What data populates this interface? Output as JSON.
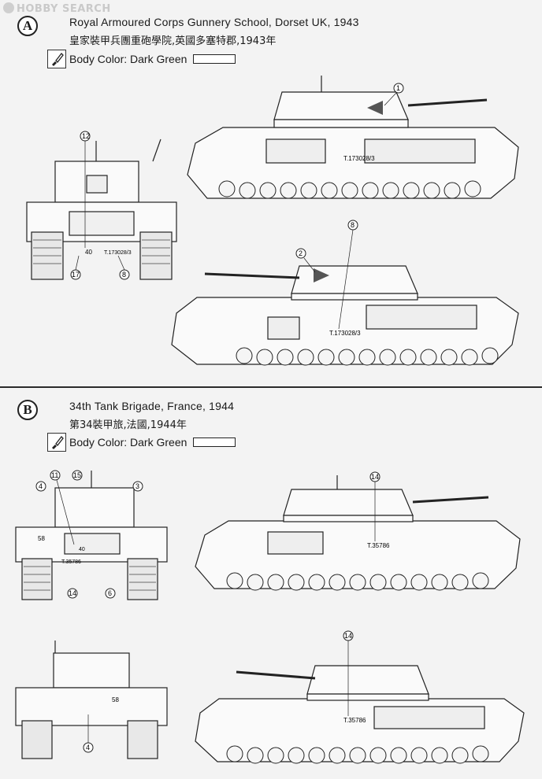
{
  "watermark": {
    "text": "HOBBY SEARCH"
  },
  "sections": [
    {
      "letter": "A",
      "title_en": "Royal Armoured Corps Gunnery School, Dorset UK, 1943",
      "title_zh": "皇家裝甲兵團重砲學院,英國多塞特郡,1943年",
      "body_color_label": "Body Color: Dark Green",
      "swatch_color": "#ffffff",
      "front": {
        "plate": "40",
        "serial": "T.173028/3",
        "callouts": [
          "12",
          "8",
          "17"
        ]
      },
      "side_top": {
        "serial": "T.173028/3",
        "callouts": [
          "1"
        ]
      },
      "side_bottom": {
        "serial": "T.173028/3",
        "callouts": [
          "2",
          "8"
        ]
      }
    },
    {
      "letter": "B",
      "title_en": "34th Tank Brigade, France, 1944",
      "title_zh": "第34裝甲旅,法國,1944年",
      "body_color_label": "Body Color: Dark Green",
      "swatch_color": "#ffffff",
      "front": {
        "plate": "40",
        "serial": "T.35786",
        "hull_mark": "58",
        "callouts": [
          "4",
          "11",
          "15",
          "3",
          "14",
          "6"
        ]
      },
      "rear": {
        "hull_mark": "58",
        "callouts": [
          "4"
        ]
      },
      "side_top": {
        "serial": "T.35786",
        "callouts": [
          "14"
        ]
      },
      "side_bottom": {
        "serial": "T.35786",
        "callouts": [
          "14"
        ]
      }
    }
  ]
}
